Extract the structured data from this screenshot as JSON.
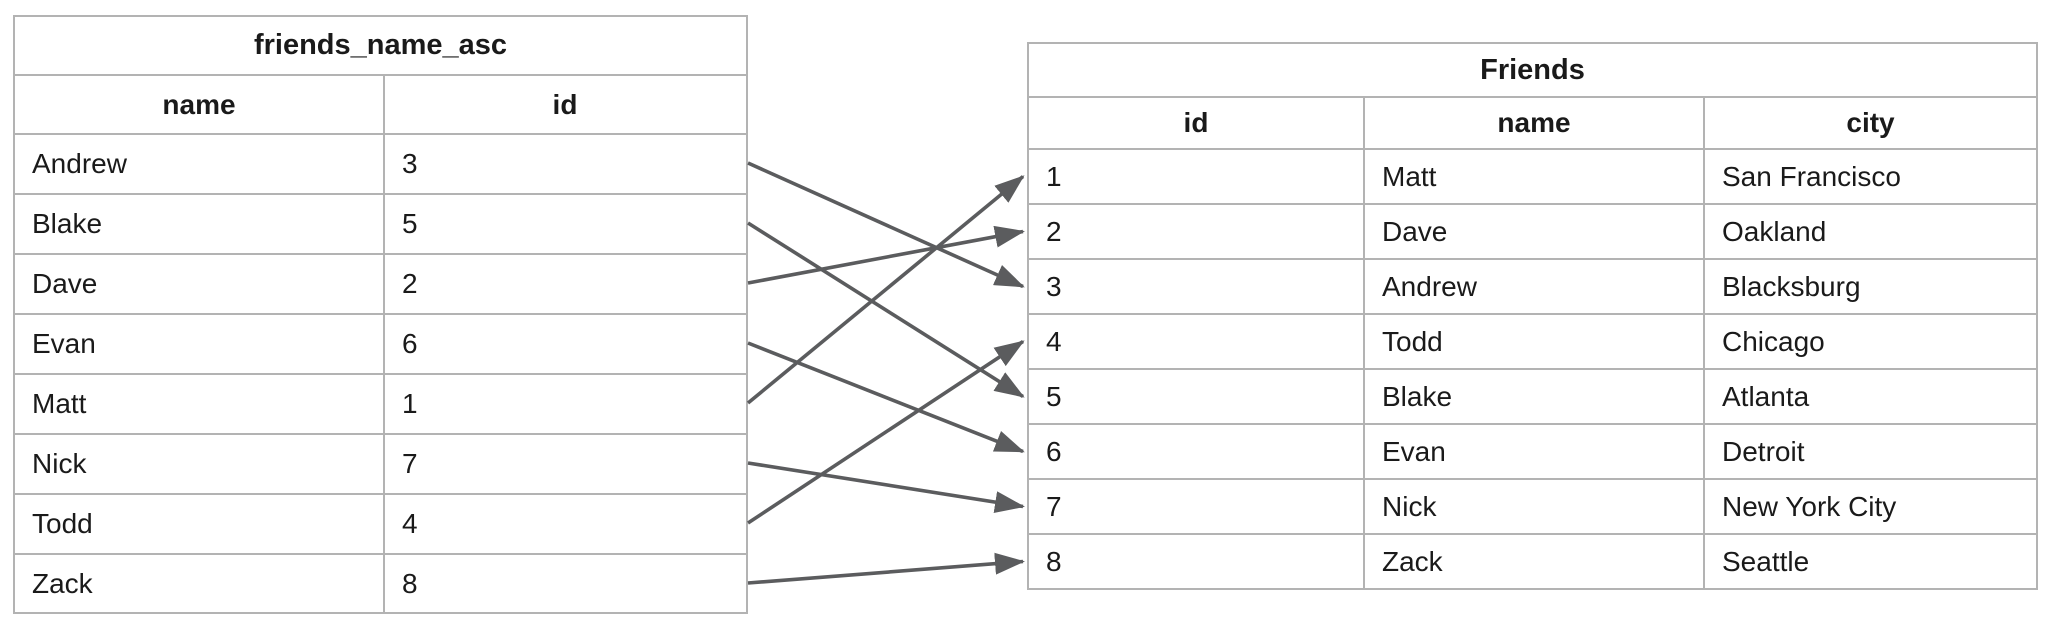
{
  "left_table": {
    "title": "friends_name_asc",
    "columns": [
      "name",
      "id"
    ],
    "rows": [
      [
        "Andrew",
        "3"
      ],
      [
        "Blake",
        "5"
      ],
      [
        "Dave",
        "2"
      ],
      [
        "Evan",
        "6"
      ],
      [
        "Matt",
        "1"
      ],
      [
        "Nick",
        "7"
      ],
      [
        "Todd",
        "4"
      ],
      [
        "Zack",
        "8"
      ]
    ]
  },
  "right_table": {
    "title": "Friends",
    "columns": [
      "id",
      "name",
      "city"
    ],
    "rows": [
      [
        "1",
        "Matt",
        "San Francisco"
      ],
      [
        "2",
        "Dave",
        "Oakland"
      ],
      [
        "3",
        "Andrew",
        "Blacksburg"
      ],
      [
        "4",
        "Todd",
        "Chicago"
      ],
      [
        "5",
        "Blake",
        "Atlanta"
      ],
      [
        "6",
        "Evan",
        "Detroit"
      ],
      [
        "7",
        "Nick",
        "New York City"
      ],
      [
        "8",
        "Zack",
        "Seattle"
      ]
    ]
  },
  "arrows": [
    {
      "from_name": "Andrew",
      "to_id": "3"
    },
    {
      "from_name": "Blake",
      "to_id": "5"
    },
    {
      "from_name": "Dave",
      "to_id": "2"
    },
    {
      "from_name": "Evan",
      "to_id": "6"
    },
    {
      "from_name": "Matt",
      "to_id": "1"
    },
    {
      "from_name": "Nick",
      "to_id": "7"
    },
    {
      "from_name": "Todd",
      "to_id": "4"
    },
    {
      "from_name": "Zack",
      "to_id": "8"
    }
  ],
  "colors": {
    "border": "#b3b3b3",
    "arrow": "#5b5c5e",
    "text": "#1a1a1a",
    "background": "#ffffff"
  }
}
